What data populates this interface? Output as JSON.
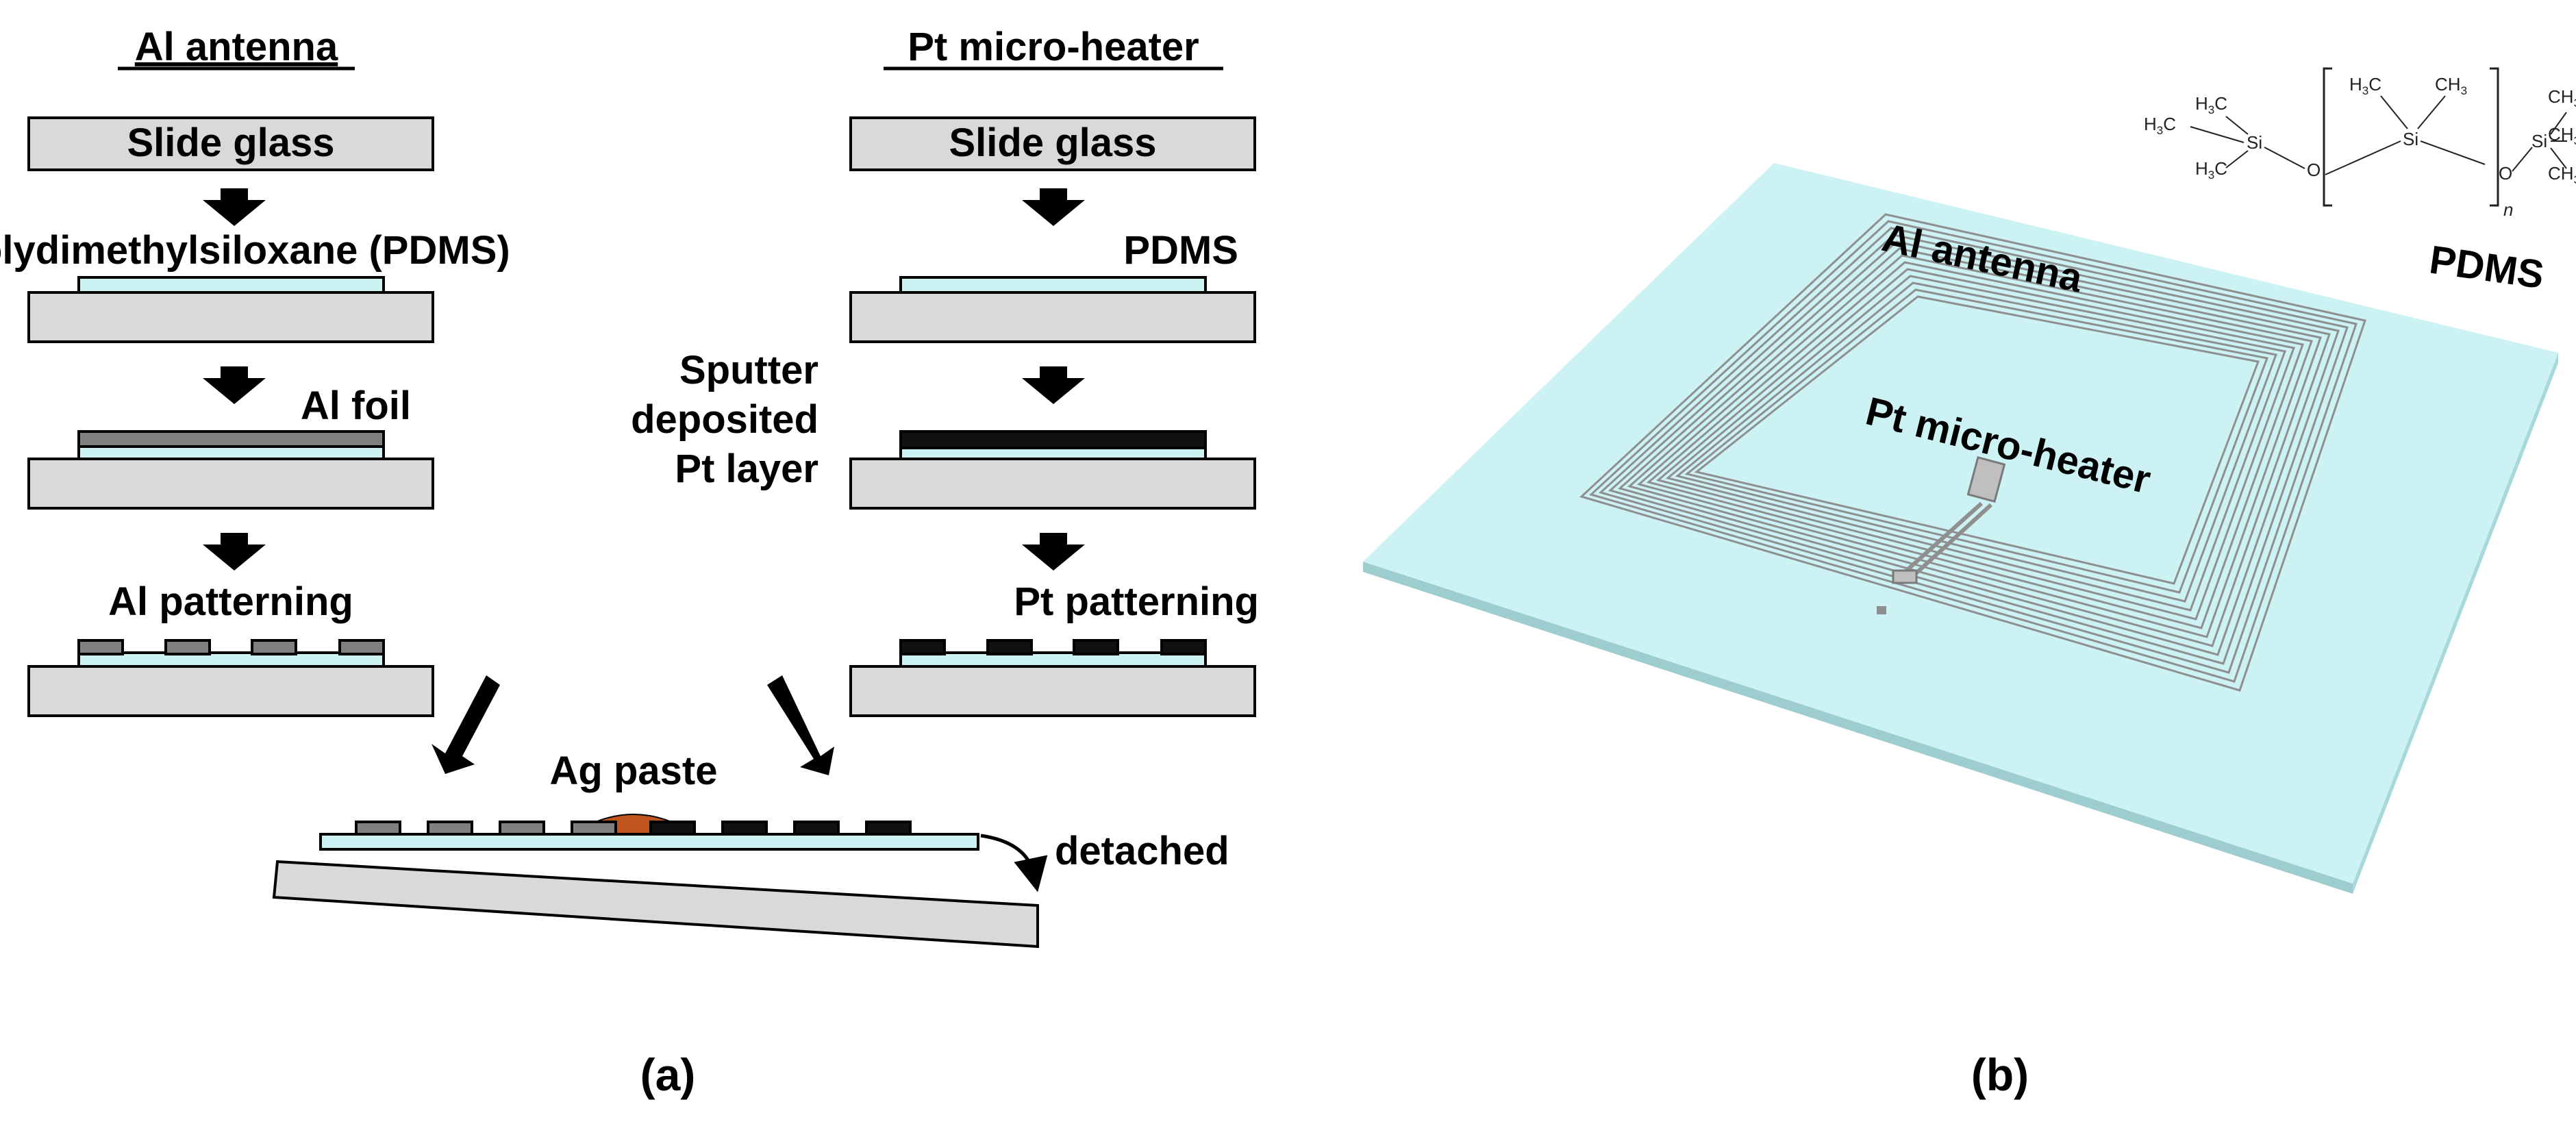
{
  "panel_a": {
    "left_title": "Al antenna",
    "right_title": "Pt micro-heater",
    "left_substrate": "Slide glass",
    "right_substrate": "Slide glass",
    "left_step1": "Polydimethylsiloxane (PDMS)",
    "right_step1": "PDMS",
    "left_step2": "Al foil",
    "right_step2_lines": [
      "Sputter",
      "deposited",
      "Pt layer"
    ],
    "left_step3": "Al patterning",
    "right_step3": "Pt patterning",
    "joint_label": "Ag paste",
    "detach_label": "detached",
    "caption": "(a)"
  },
  "panel_b": {
    "antenna_label": "Al antenna",
    "heater_label": "Pt micro-heater",
    "pdms_label": "PDMS",
    "caption": "(b)",
    "formula": {
      "methyl": "CH",
      "sub3": "3",
      "h3c": "H",
      "c": "C",
      "si": "Si",
      "o": "O",
      "n": "n"
    }
  },
  "colors": {
    "glass": "#d9d9d9",
    "pdms": "#ccf2f4",
    "aluminum": "#808080",
    "platinum": "#111111",
    "silver_paste": "#c0561e",
    "outline": "#000000"
  }
}
